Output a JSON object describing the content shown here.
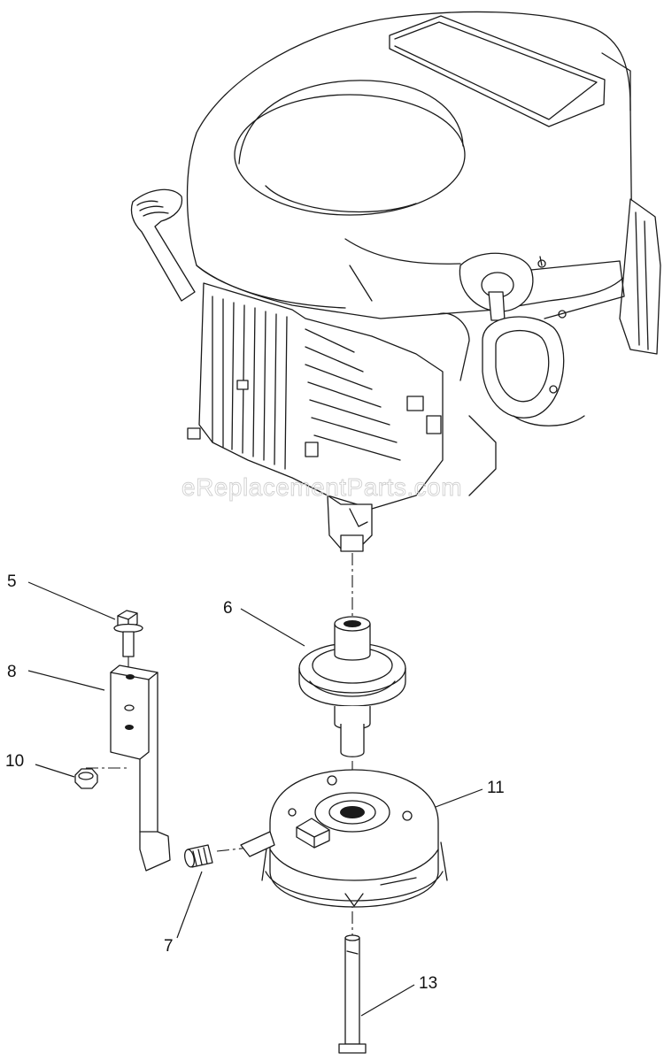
{
  "watermark": "eReplacementParts.com",
  "callouts": [
    {
      "id": "5",
      "label": "5"
    },
    {
      "id": "6",
      "label": "6"
    },
    {
      "id": "7",
      "label": "7"
    },
    {
      "id": "8",
      "label": "8"
    },
    {
      "id": "10",
      "label": "10"
    },
    {
      "id": "11",
      "label": "11"
    },
    {
      "id": "13",
      "label": "13"
    }
  ],
  "colors": {
    "line": "#1a1a1a",
    "background": "#ffffff",
    "watermark": "#d0d0d0"
  }
}
